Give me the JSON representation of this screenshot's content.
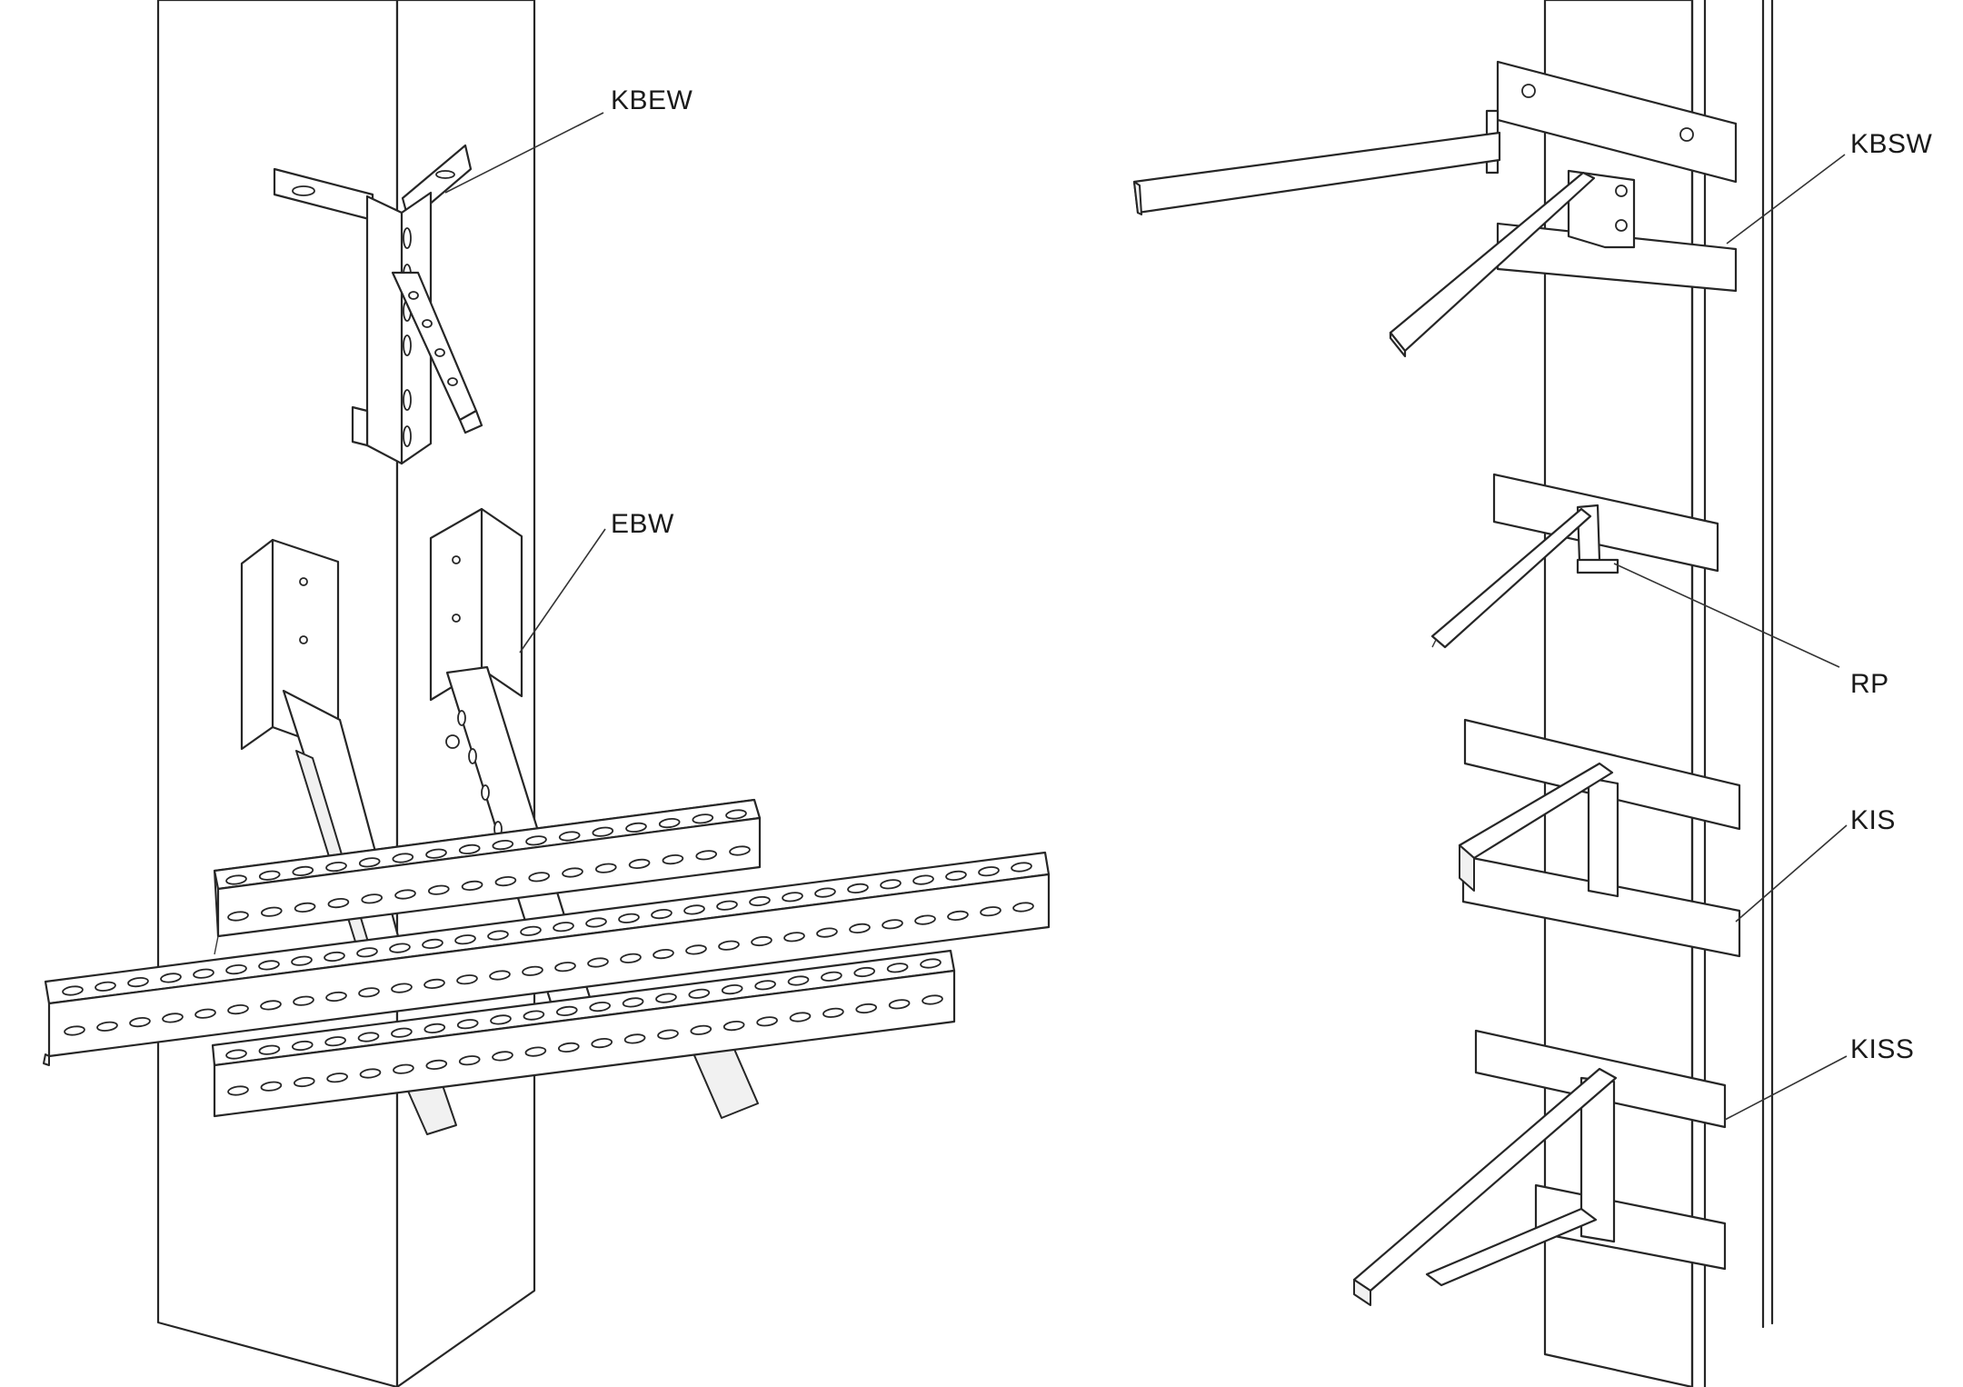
{
  "labels": {
    "kbew": "KBEW",
    "ebw": "EBW",
    "kbsw": "KBSW",
    "rp": "RP",
    "kis": "KIS",
    "kiss": "KISS"
  },
  "colors": {
    "line": "#262626",
    "background": "#ffffff"
  }
}
